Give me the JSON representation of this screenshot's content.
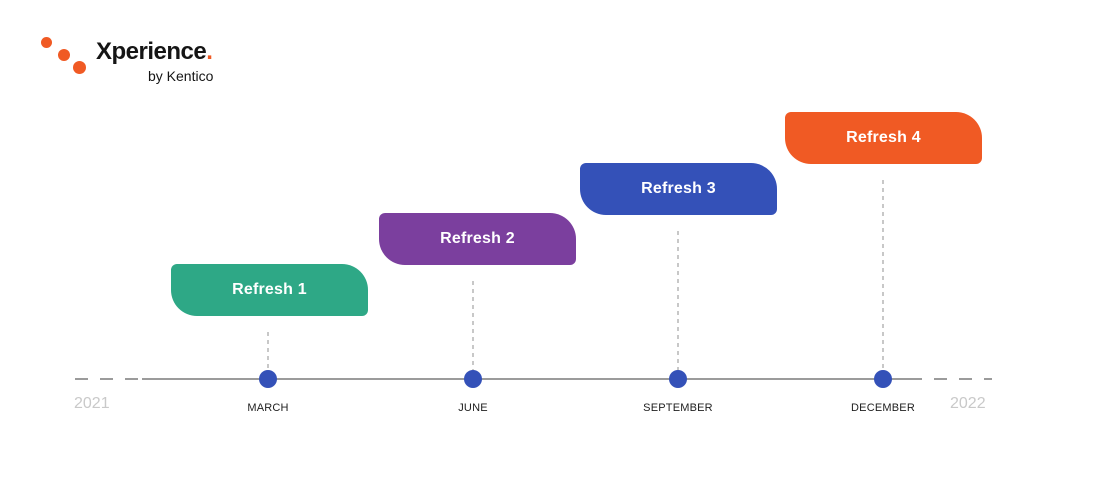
{
  "logo": {
    "wordmark": "Xperience",
    "period": ".",
    "byline": "by Kentico",
    "dot_color": "#f05a24"
  },
  "timeline": {
    "start_year": "2021",
    "end_year": "2022",
    "line_color": "#9b9b9b",
    "marker_color": "#3451b8",
    "milestones": [
      {
        "month": "MARCH",
        "label": "Refresh 1",
        "color": "#2ea886"
      },
      {
        "month": "JUNE",
        "label": "Refresh 2",
        "color": "#7b3f9e"
      },
      {
        "month": "SEPTEMBER",
        "label": "Refresh 3",
        "color": "#3451b8"
      },
      {
        "month": "DECEMBER",
        "label": "Refresh 4",
        "color": "#f05a24"
      }
    ]
  }
}
